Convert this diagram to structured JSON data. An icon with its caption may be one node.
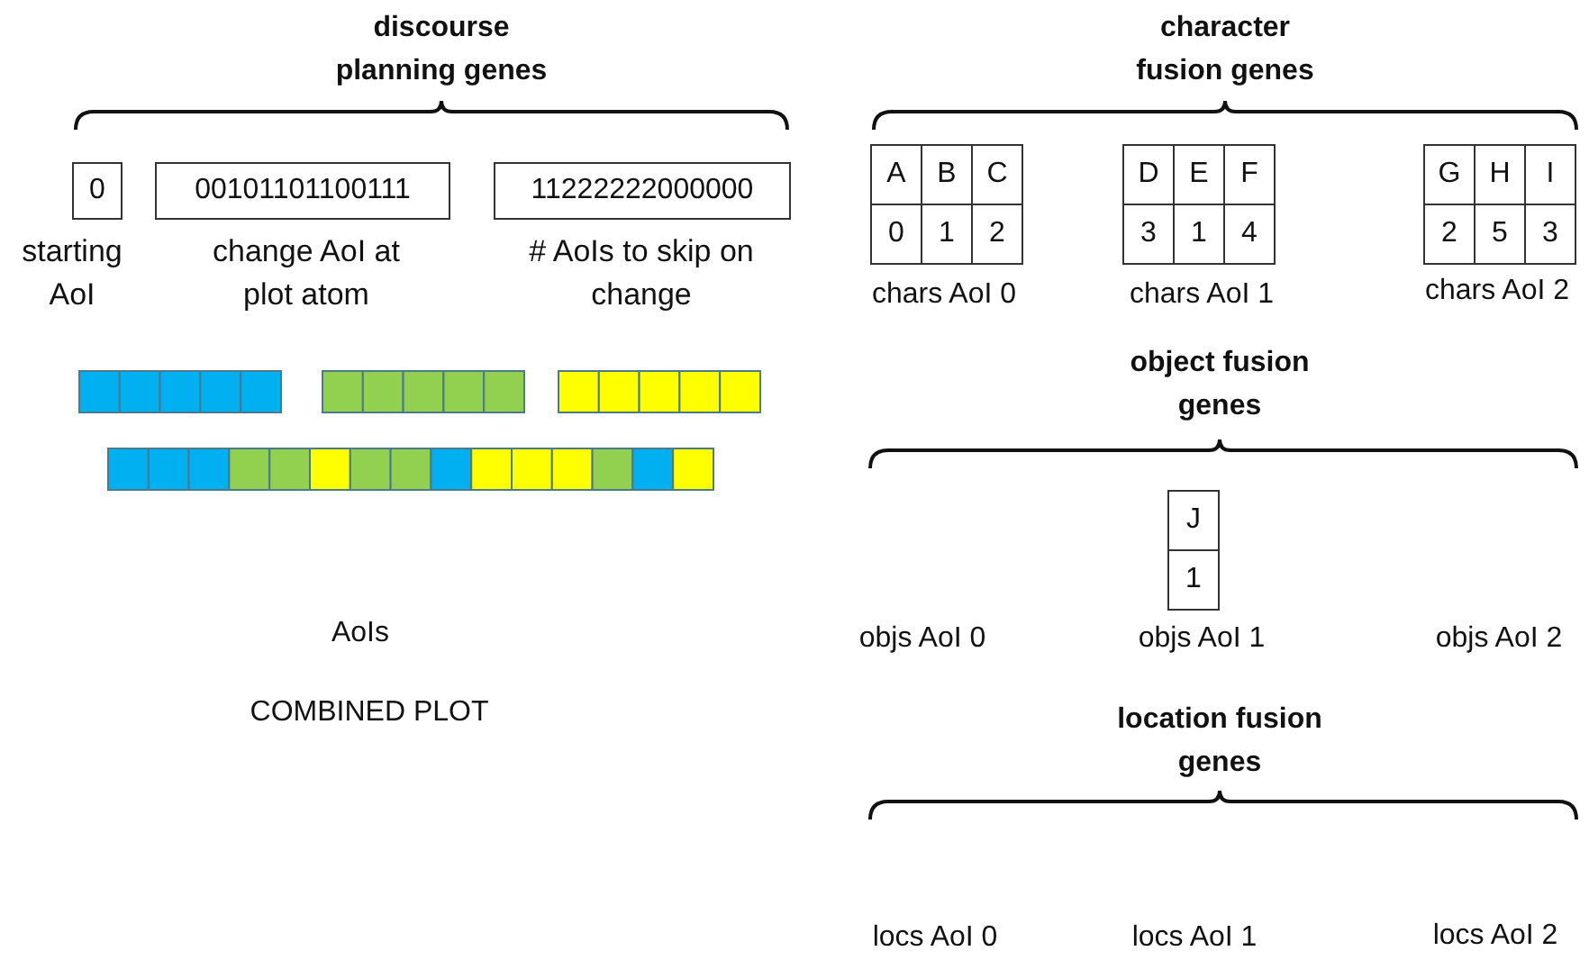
{
  "diagram": {
    "nodes": [
      {
        "text": [
          "0"
        ],
        "beside": [
          "starting AoI"
        ]
      },
      {
        "text": [
          "00101101100111"
        ],
        "beside": [
          "change AoI at plot atom"
        ]
      },
      {
        "text": [
          "11222222000000"
        ],
        "beside": [
          "# AoIs to skip on change"
        ]
      }
    ],
    "labels": [
      "discourse planning genes",
      "character fusion genes",
      "A",
      "B",
      "C",
      "0",
      "1",
      "2",
      "D",
      "E",
      "F",
      "3",
      "1",
      "4",
      "G",
      "H",
      "I",
      "2",
      "5",
      "3",
      "chars AoI 0",
      "chars AoI 1",
      "chars AoI 2",
      "object fusion genes",
      "J",
      "1",
      "AoIs",
      "objs AoI 0",
      "objs AoI 1",
      "objs AoI 2",
      "COMBINED PLOT",
      "location fusion genes",
      "locs AoI 0",
      "locs AoI 1",
      "locs AoI 2"
    ]
  }
}
